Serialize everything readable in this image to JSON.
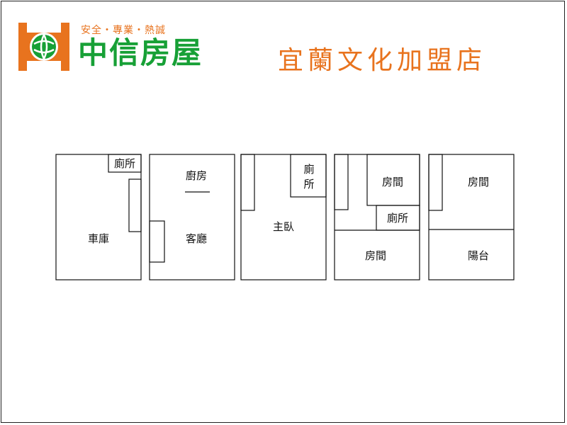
{
  "logo": {
    "slogan": "安全・專業・熱誠",
    "name": "中信房屋",
    "colors": {
      "orange": "#e8731e",
      "green": "#17a036"
    },
    "icon": "globe-h-logo-icon"
  },
  "store": {
    "title": "宜蘭文化加盟店"
  },
  "floors": [
    {
      "rooms": {
        "toilet": "廁所",
        "garage": "車庫"
      }
    },
    {
      "rooms": {
        "kitchen": "廚房",
        "living": "客廳"
      }
    },
    {
      "rooms": {
        "toilet_line1": "廁",
        "toilet_line2": "所",
        "master": "主臥"
      }
    },
    {
      "rooms": {
        "room_top": "房間",
        "toilet": "廁所",
        "room_bottom": "房間"
      }
    },
    {
      "rooms": {
        "room": "房間",
        "balcony": "陽台"
      }
    }
  ]
}
